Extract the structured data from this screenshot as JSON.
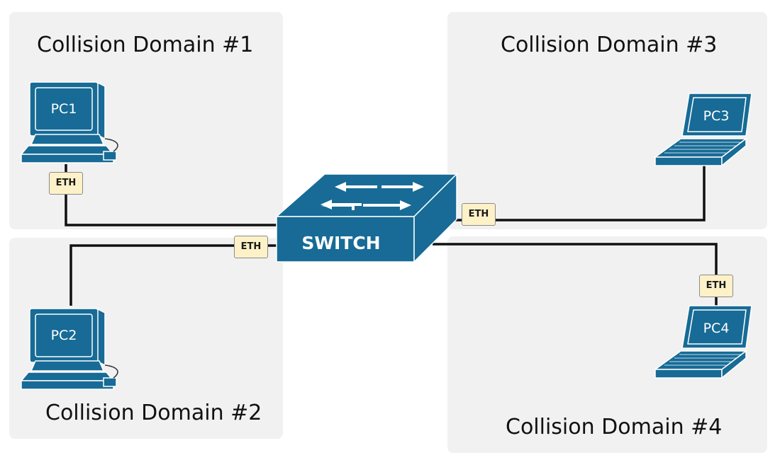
{
  "domains": [
    {
      "title": "Collision Domain #1"
    },
    {
      "title": "Collision Domain #2"
    },
    {
      "title": "Collision Domain #3"
    },
    {
      "title": "Collision Domain #4"
    }
  ],
  "devices": {
    "pc1": "PC1",
    "pc2": "PC2",
    "pc3": "PC3",
    "pc4": "PC4",
    "switch": "SWITCH"
  },
  "link_label": "ETH",
  "colors": {
    "device_blue": "#176b96",
    "device_outline": "#ffffff",
    "domain_bg": "#f1f1f1",
    "eth_label_bg": "#fdf1c8",
    "cable": "#111111"
  }
}
